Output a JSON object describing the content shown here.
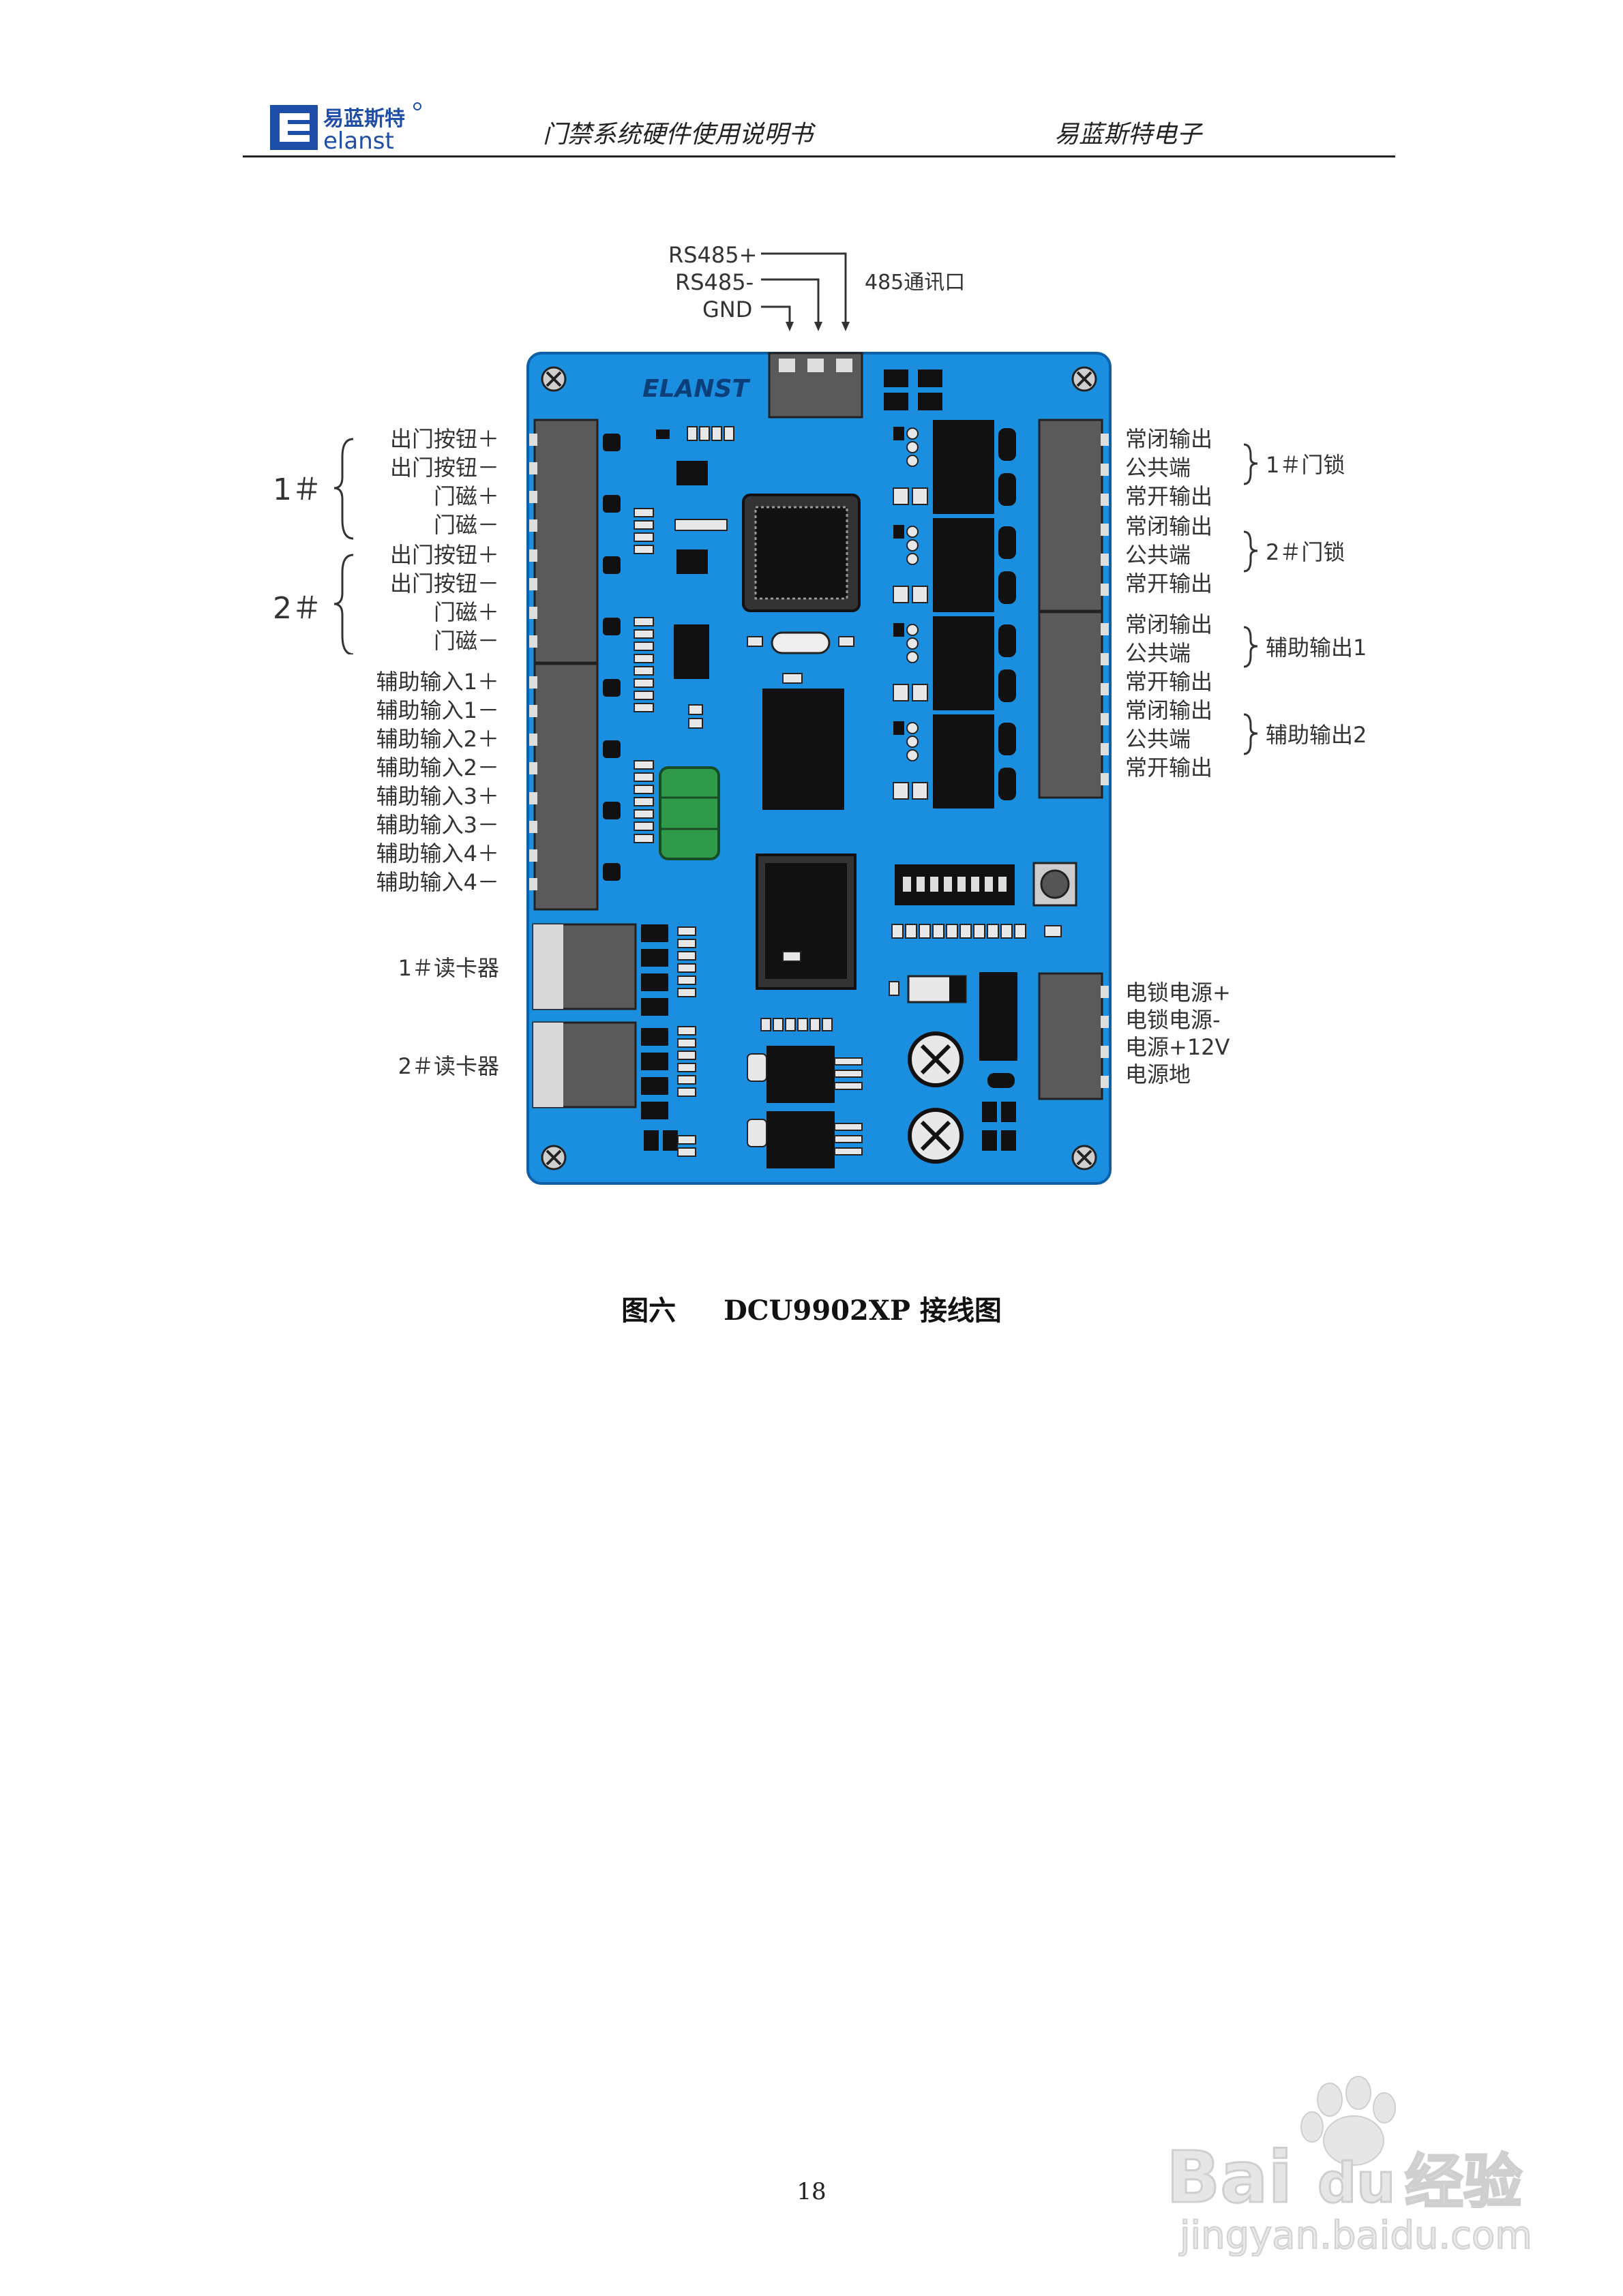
{
  "header": {
    "logo_cn": "易蓝斯特",
    "logo_en": "elanst",
    "doc_title": "门禁系统硬件使用说明书",
    "company": "易蓝斯特电子"
  },
  "diagram": {
    "board_logo": "ELANST",
    "rs485": {
      "lines": [
        "RS485+",
        "RS485-",
        "GND"
      ],
      "port_label": "485通讯口"
    },
    "left_groups": [
      {
        "label": "1＃",
        "pins": [
          "出门按钮＋",
          "出门按钮－",
          "门磁＋",
          "门磁－"
        ]
      },
      {
        "label": "2＃",
        "pins": [
          "出门按钮＋",
          "出门按钮－",
          "门磁＋",
          "门磁－"
        ]
      }
    ],
    "aux_inputs": [
      "辅助输入1＋",
      "辅助输入1－",
      "辅助输入2＋",
      "辅助输入2－",
      "辅助输入3＋",
      "辅助输入3－",
      "辅助输入4＋",
      "辅助输入4－"
    ],
    "readers": [
      "1＃读卡器",
      "2＃读卡器"
    ],
    "right_groups": [
      {
        "label": "1＃门锁",
        "pins": [
          "常闭输出",
          "公共端",
          "常开输出"
        ]
      },
      {
        "label": "2＃门锁",
        "pins": [
          "常闭输出",
          "公共端",
          "常开输出"
        ]
      },
      {
        "label": "辅助输出1",
        "pins": [
          "常闭输出",
          "公共端",
          "常开输出"
        ]
      },
      {
        "label": "辅助输出2",
        "pins": [
          "常闭输出",
          "公共端",
          "常开输出"
        ]
      }
    ],
    "power": [
      "电锁电源+",
      "电锁电源-",
      "电源+12V",
      "电源地"
    ],
    "colors": {
      "board": "#1a8fe0",
      "board_edge": "#0d5fa8",
      "terminal": "#5a5a5a",
      "relay": "#111111",
      "green": "#2e9a4a"
    }
  },
  "caption": {
    "figure": "图六",
    "title": "DCU9902XP 接线图"
  },
  "page_number": "18",
  "watermark": {
    "brand": "Bai",
    "brand2": "du",
    "product": "经验",
    "url": "jingyan.baidu.com"
  }
}
